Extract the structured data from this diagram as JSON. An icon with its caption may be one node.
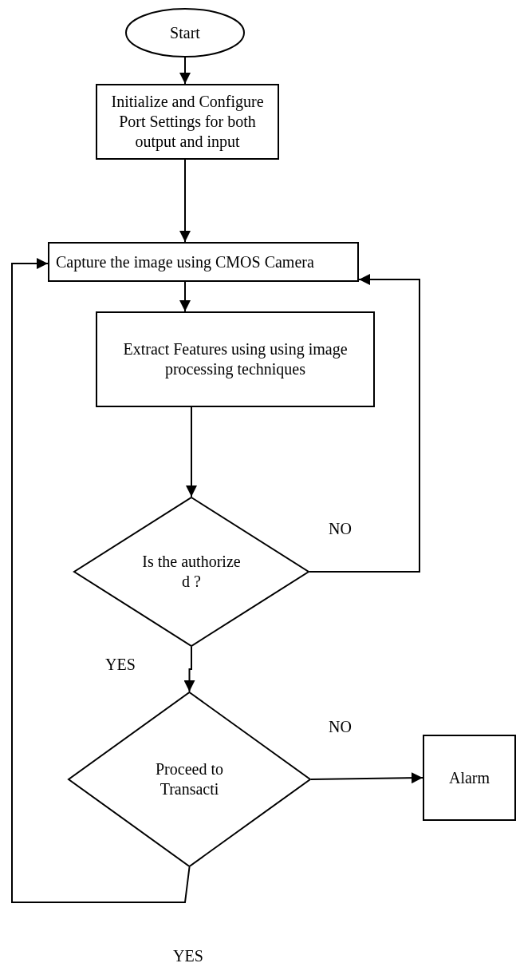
{
  "diagram": {
    "nodes": [
      {
        "text": [
          "Start"
        ]
      },
      {
        "text": [
          "Initialize and Configure Port Settings for both output and input"
        ]
      },
      {
        "text": [
          "Capture the image using CMOS Camera"
        ]
      },
      {
        "text": [
          "Extract Features using using image processing techniques"
        ]
      },
      {
        "text": [
          "Is the authorize d ?"
        ]
      },
      {
        "text": [
          "Proceed to Transacti"
        ]
      },
      {
        "text": [
          "Alarm"
        ]
      }
    ],
    "edges": [
      {
        "from": 0,
        "to": 1,
        "arrow": "to"
      },
      {
        "from": 1,
        "to": 2,
        "arrow": "to"
      },
      {
        "from": 2,
        "to": 3,
        "arrow": "to"
      },
      {
        "from": 3,
        "to": 4,
        "arrow": "to"
      },
      {
        "from": 4,
        "to": 2,
        "label": "NO",
        "arrow": "to"
      },
      {
        "from": 4,
        "to": 5,
        "label": "YES",
        "arrow": "to"
      },
      {
        "from": 5,
        "to": 6,
        "label": "NO",
        "arrow": "to"
      },
      {
        "from": 5,
        "to": 2,
        "label": "YES",
        "arrow": "to"
      }
    ]
  }
}
